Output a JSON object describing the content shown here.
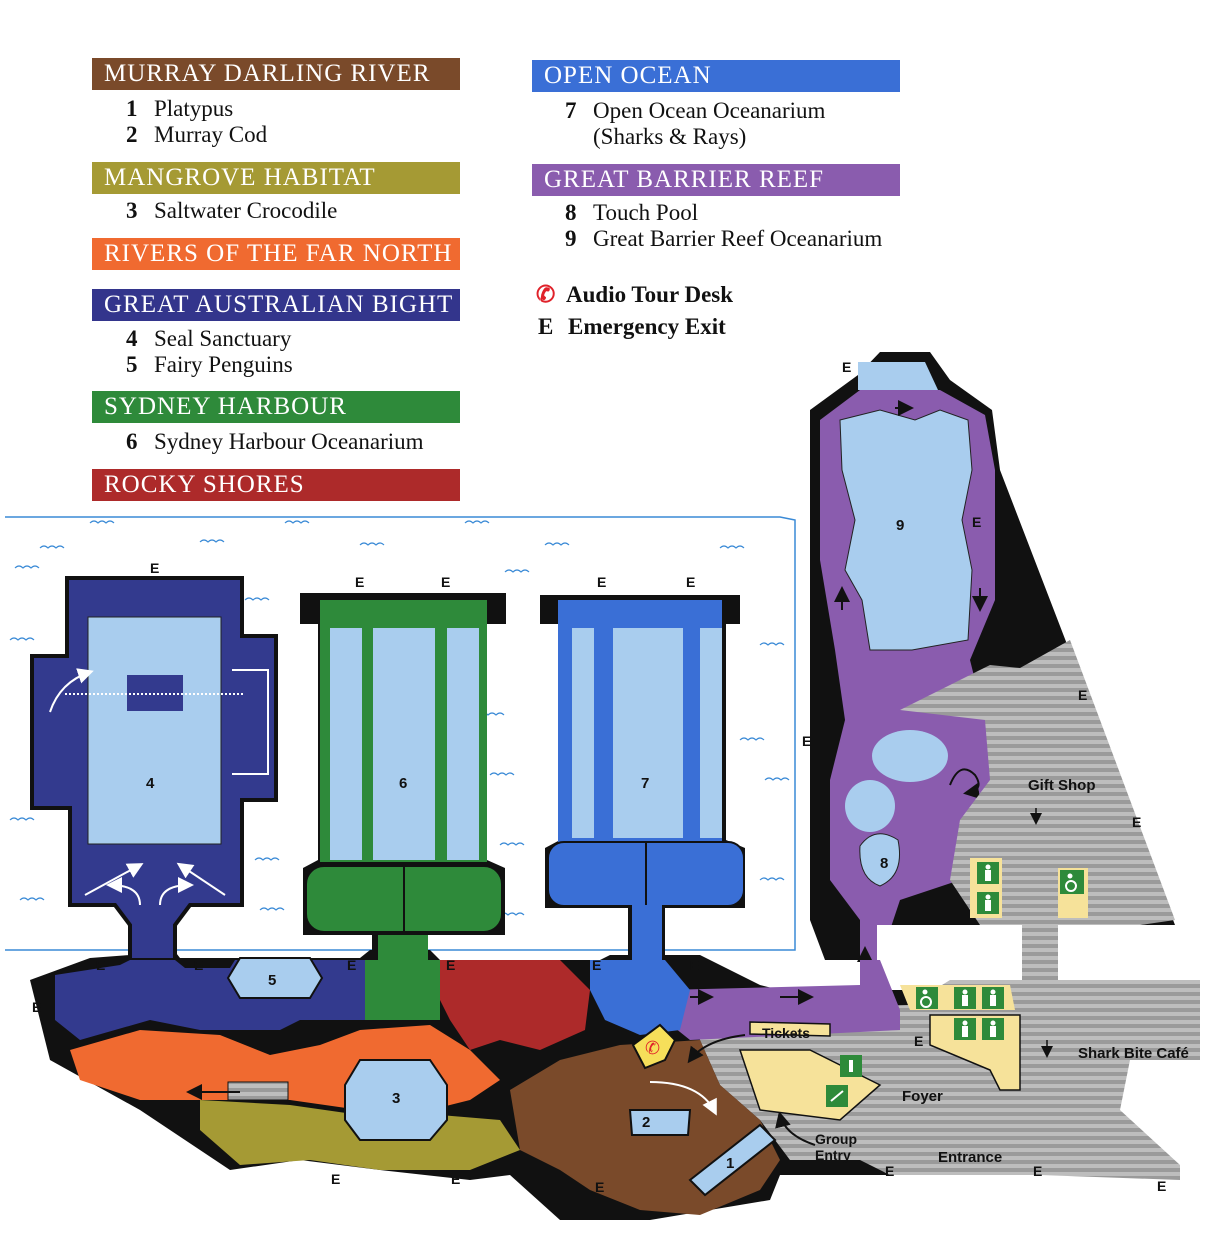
{
  "legend": {
    "murray": {
      "title": "MURRAY DARLING RIVER",
      "color": "#7a4a2a",
      "items": [
        {
          "num": "1",
          "name": "Platypus"
        },
        {
          "num": "2",
          "name": "Murray Cod"
        }
      ]
    },
    "mangrove": {
      "title": "MANGROVE HABITAT",
      "color": "#a59a34",
      "items": [
        {
          "num": "3",
          "name": "Saltwater Crocodile"
        }
      ]
    },
    "rivers": {
      "title": "RIVERS OF THE FAR NORTH",
      "color": "#f06a30"
    },
    "bight": {
      "title": "GREAT AUSTRALIAN BIGHT",
      "color": "#33358c",
      "items": [
        {
          "num": "4",
          "name": "Seal Sanctuary"
        },
        {
          "num": "5",
          "name": "Fairy Penguins"
        }
      ]
    },
    "harbour": {
      "title": "SYDNEY HARBOUR",
      "color": "#2e8a3a",
      "items": [
        {
          "num": "6",
          "name": "Sydney Harbour Oceanarium"
        }
      ]
    },
    "rocky": {
      "title": "ROCKY SHORES",
      "color": "#ad2a2a"
    },
    "ocean": {
      "title": "OPEN OCEAN",
      "color": "#3a6fd6",
      "items": [
        {
          "num": "7",
          "name": "Open Ocean Oceanarium",
          "name2": "(Sharks & Rays)"
        }
      ]
    },
    "reef": {
      "title": "GREAT BARRIER REEF",
      "color": "#8a5cae",
      "items": [
        {
          "num": "8",
          "name": "Touch Pool"
        },
        {
          "num": "9",
          "name": "Great Barrier Reef Oceanarium"
        }
      ]
    }
  },
  "key": {
    "audio_symbol": "✆",
    "audio_label": "Audio Tour Desk",
    "exit_symbol": "E",
    "exit_label": "Emergency Exit"
  },
  "map": {
    "exit_letter": "E",
    "tanks": {
      "t1": "1",
      "t2": "2",
      "t3": "3",
      "t4": "4",
      "t5": "5",
      "t6": "6",
      "t7": "7",
      "t8": "8",
      "t9": "9"
    },
    "labels": {
      "gift_shop": "Gift Shop",
      "shark_cafe": "Shark Bite Café",
      "tickets": "Tickets",
      "foyer": "Foyer",
      "entrance": "Entrance",
      "group_entry_1": "Group",
      "group_entry_2": "Entry"
    },
    "icons": {
      "toilet": "toilet-icon",
      "accessible": "wheelchair-icon",
      "info": "information-icon",
      "phone": "phone-icon"
    }
  }
}
